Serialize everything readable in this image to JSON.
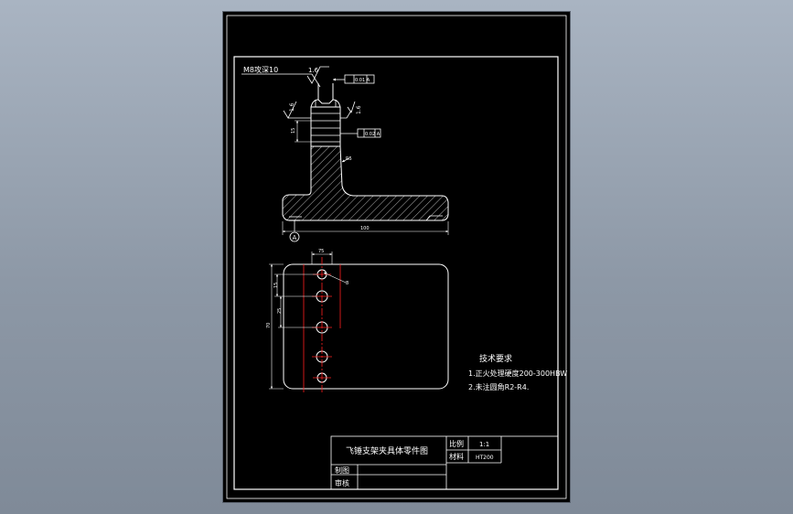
{
  "viewport": {
    "background": "#9aa5b3",
    "sheet_color": "#000000"
  },
  "colors": {
    "line": "#ffffff",
    "hatch": "#ffffff",
    "centerline": "#ff2020",
    "dimension": "#ffffff"
  },
  "annotations": {
    "thread_callout": "M8攻深10",
    "roughness_top": "1.6",
    "roughness_left": "1.6",
    "roughness_right": "1.6",
    "tolerance_frame_top": "0.01 A",
    "tolerance_frame_mid": "0.02 A",
    "dim_left_height": "15",
    "dim_fillet": "R5",
    "dim_length": "100",
    "datum_label": "A",
    "dim_plan_width": "75",
    "dim_hole": "8",
    "dim_pitch_1": "15",
    "dim_pitch_2": "25",
    "dim_plan_height": "70"
  },
  "technical_requirements": {
    "heading": "技术要求",
    "items": [
      "1.正火处理硬度200-300HBW",
      "2.未注圆角R2-R4."
    ]
  },
  "title_block": {
    "drawing_title": "飞锤支架夹具体零件图",
    "scale_label": "比例",
    "scale_value": "1:1",
    "material_label": "材料",
    "material_value": "HT200",
    "drawn_label": "制图",
    "checked_label": "审核"
  }
}
